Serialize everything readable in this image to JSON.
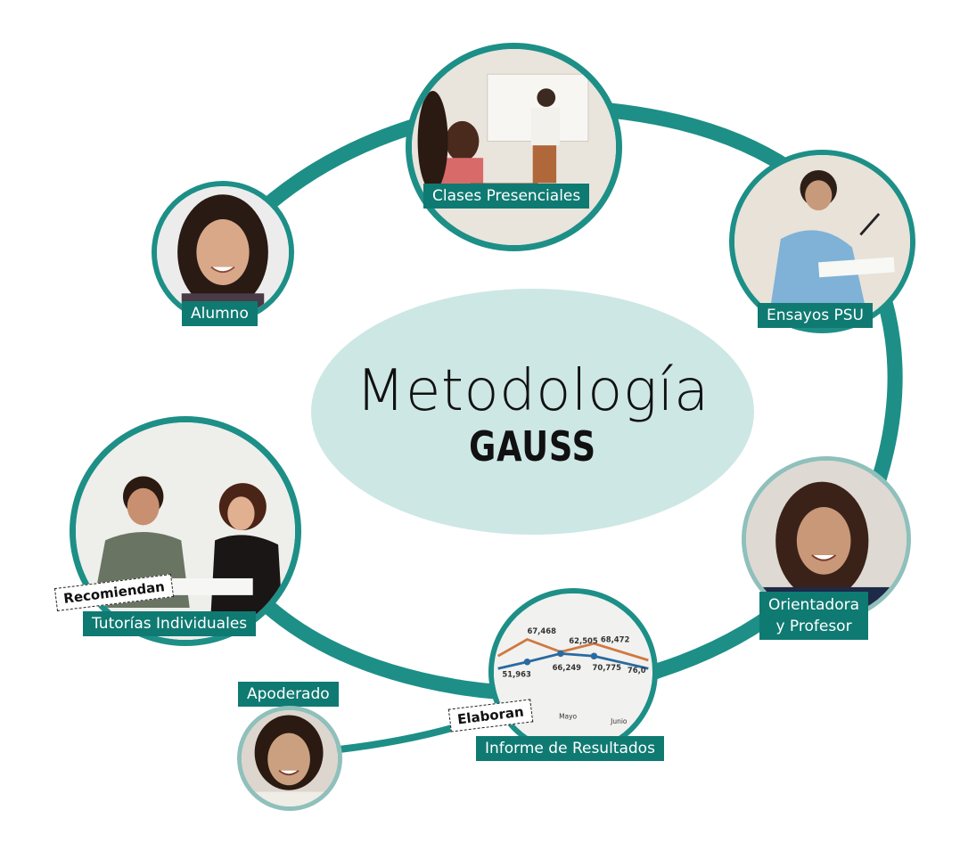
{
  "center": {
    "title": "Metodología",
    "subtitle": "GAUSS"
  },
  "nodes": {
    "clases": {
      "label": "Clases Presenciales"
    },
    "ensayos": {
      "label": "Ensayos PSU"
    },
    "alumno": {
      "label": "Alumno"
    },
    "orientadora": {
      "label_line1": "Orientadora",
      "label_line2": "y Profesor"
    },
    "tutorias": {
      "label": "Tutorías Individuales"
    },
    "informe": {
      "label": "Informe de Resultados",
      "chart_values": [
        "67,468",
        "62,505",
        "68,472",
        "51,963",
        "66,249",
        "70,775",
        "76,0"
      ],
      "chart_months": [
        "Mayo",
        "Junio"
      ]
    },
    "apoderado": {
      "label": "Apoderado"
    }
  },
  "tags": {
    "recomiendan": "Recomiendan",
    "elaboran": "Elaboran"
  },
  "colors": {
    "ring": "#1d8f87",
    "label_bg": "#0f7a72",
    "center_bg": "#cde7e4"
  }
}
